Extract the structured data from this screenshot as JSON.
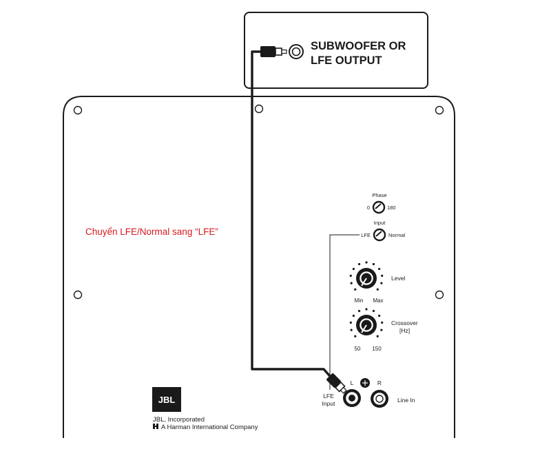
{
  "output_box": {
    "line1": "SUBWOOFER OR",
    "line2": "LFE OUTPUT"
  },
  "instruction": {
    "text": "Chuyển LFE/Normal sang “LFE”",
    "color": "#d71920"
  },
  "phase": {
    "title": "Phase",
    "left": "0",
    "right": "180"
  },
  "input": {
    "title": "Input",
    "left": "LFE",
    "right": "Normal"
  },
  "level": {
    "title": "Level",
    "min": "Min",
    "max": "Max"
  },
  "crossover": {
    "title_line1": "Crossover",
    "title_line2": "[Hz]",
    "min": "50",
    "max": "150"
  },
  "jacks": {
    "left": "L",
    "right": "R",
    "lfe_line1": "LFE",
    "lfe_line2": "Input",
    "line_in": "Line In"
  },
  "brand": {
    "logo": "JBL",
    "company": "JBL, Incorporated",
    "parent": "A Harman International Company"
  },
  "icons": [
    "rca-plug-icon",
    "rca-jack-icon",
    "mount-hole-icon",
    "rotary-knob-icon",
    "toggle-switch-icon",
    "ground-screw-icon",
    "jbl-logo-icon",
    "harman-logo-icon"
  ]
}
